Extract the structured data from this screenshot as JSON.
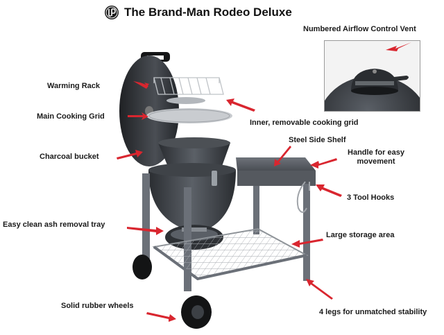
{
  "title": "The Brand-Man Rodeo Deluxe",
  "logo_icon": "brand-man-logo",
  "inset_label": "Numbered Airflow Control Vent",
  "labels": {
    "warming_rack": "Warming Rack",
    "main_cooking_grid": "Main Cooking Grid",
    "inner_cooking_grid": "Inner, removable cooking grid",
    "charcoal_bucket": "Charcoal bucket",
    "steel_side_shelf": "Steel Side Shelf",
    "handle_line1": "Handle for easy",
    "handle_line2": "movement",
    "tool_hooks": "3 Tool Hooks",
    "ash_tray": "Easy clean ash removal tray",
    "storage_area": "Large storage area",
    "wheels": "Solid rubber wheels",
    "legs": "4 legs for unmatched stability"
  },
  "colors": {
    "arrow": "#d9262f",
    "grill_body": "#3b3f44",
    "frame": "#6b7078",
    "text": "#1a1a1a"
  }
}
